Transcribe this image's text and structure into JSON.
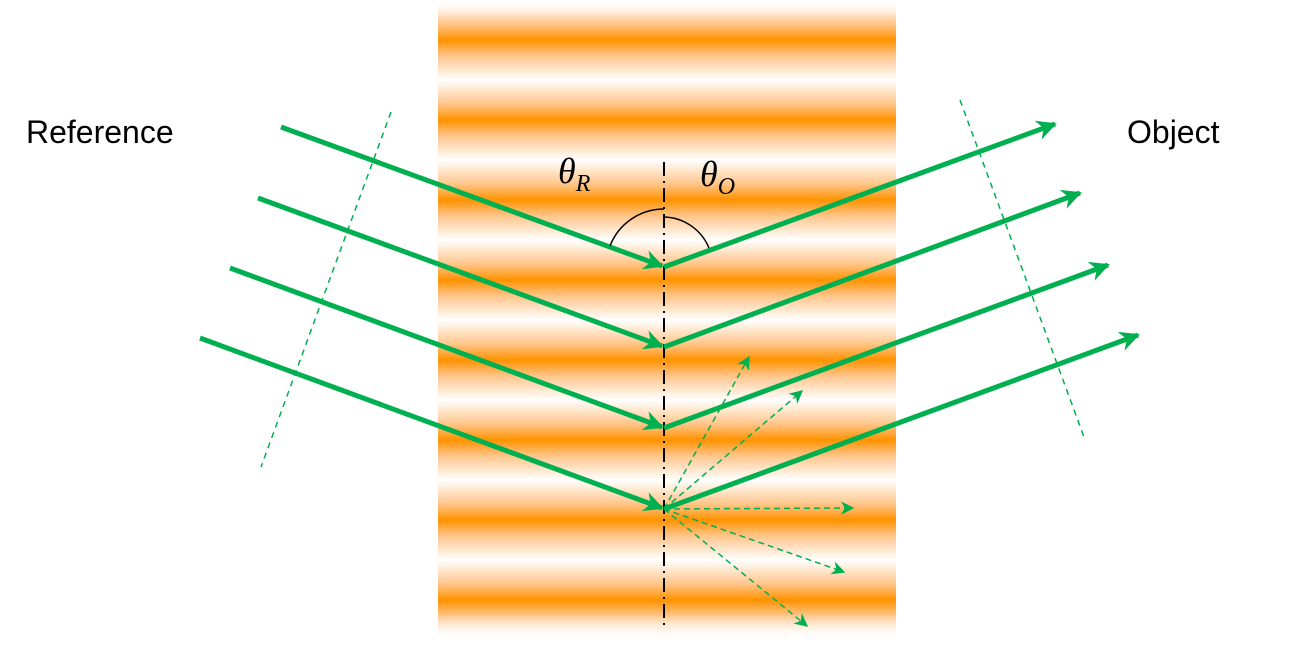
{
  "labels": {
    "reference": "Reference",
    "object": "Object",
    "theta_r": "θ",
    "theta_r_sub": "R",
    "theta_o": "θ",
    "theta_o_sub": "O"
  },
  "colors": {
    "beam": "#00b050",
    "fringe": "#ff9200"
  }
}
